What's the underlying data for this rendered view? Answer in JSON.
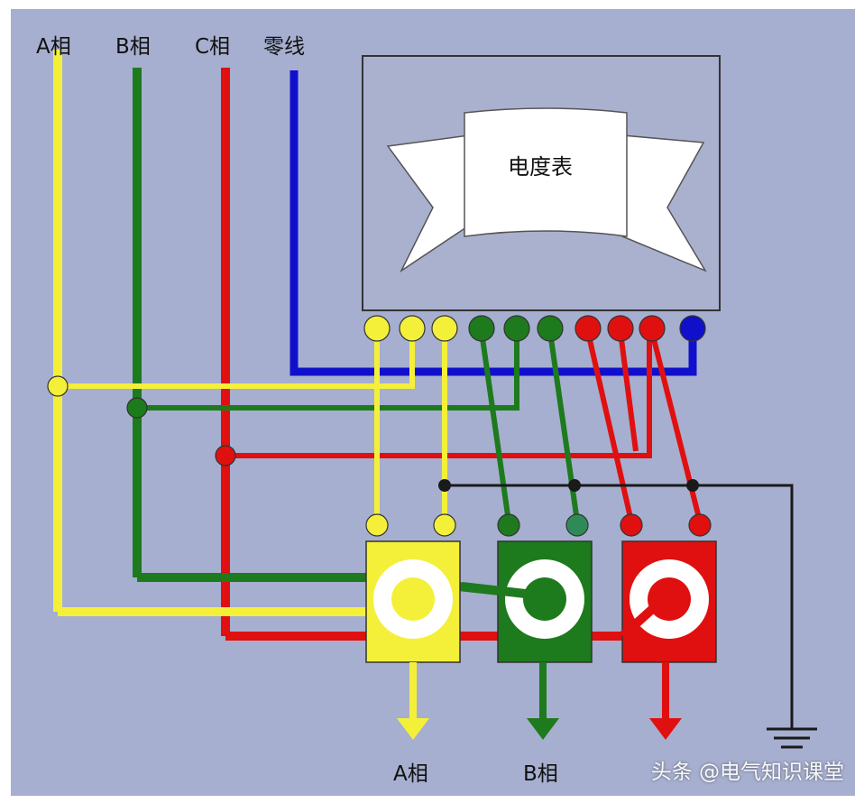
{
  "colors": {
    "background": "#a6afcf",
    "phase_a": "#f4f03a",
    "phase_b": "#1d7a1d",
    "phase_c": "#e01010",
    "neutral": "#1010cc",
    "ground": "#1a1a1a"
  },
  "top_labels": {
    "a": "A相",
    "b": "B相",
    "c": "C相",
    "neutral": "零线"
  },
  "meter": {
    "label": "电度表"
  },
  "bottom_labels": {
    "a": "A相",
    "b": "B相"
  },
  "watermark": "头条 @电气知识课堂"
}
